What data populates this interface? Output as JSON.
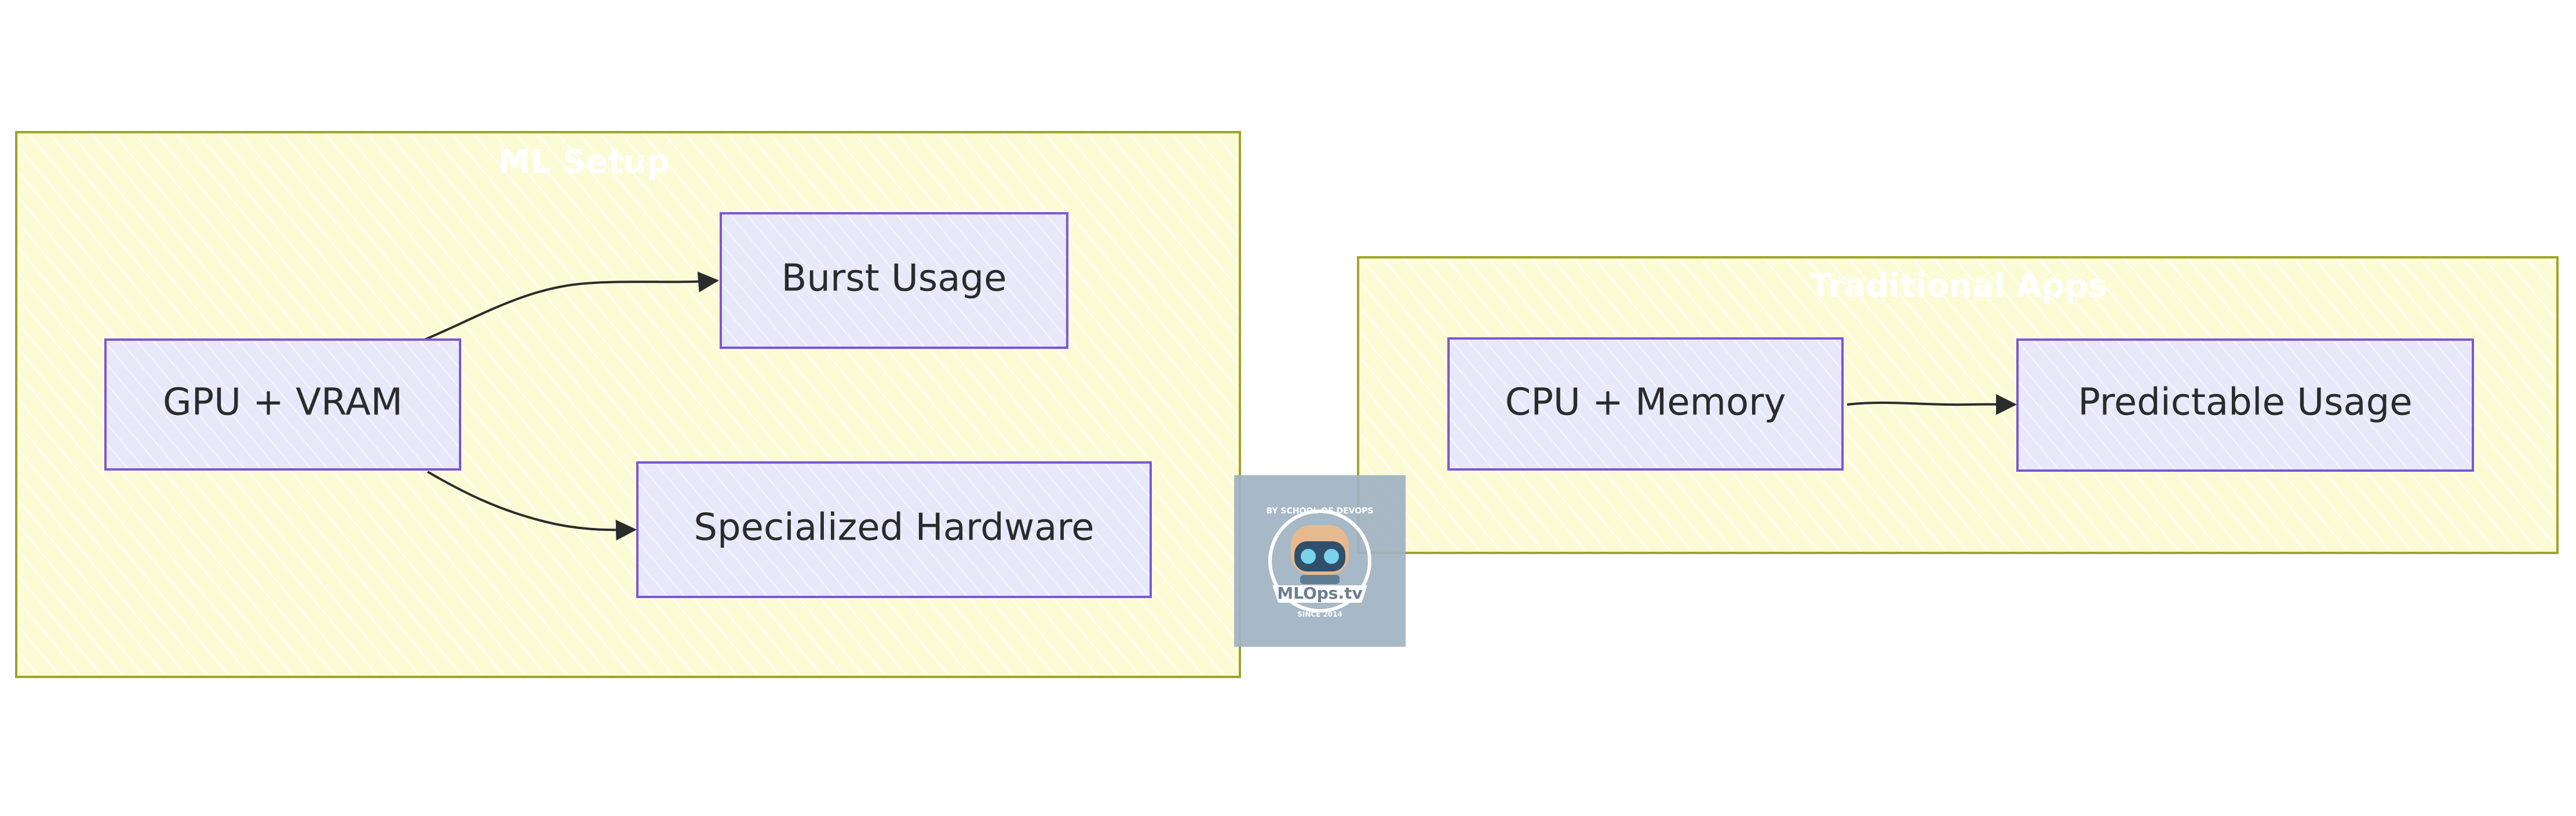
{
  "groups": {
    "ml": {
      "title": "ML Setup"
    },
    "traditional": {
      "title": "Traditional Apps"
    }
  },
  "nodes": {
    "gpu": {
      "label": "GPU + VRAM"
    },
    "burst": {
      "label": "Burst Usage"
    },
    "specialized": {
      "label": "Specialized Hardware"
    },
    "cpu": {
      "label": "CPU + Memory"
    },
    "predictable": {
      "label": "Predictable Usage"
    }
  },
  "watermark": {
    "brand": "MLOps.tv",
    "tagline": "BY SCHOOL OF DEVOPS",
    "since": "SINCE 2014"
  },
  "colors": {
    "group_fill": "#fbfbd6",
    "group_stroke": "#9da42a",
    "node_fill": "#e8e8fb",
    "node_stroke": "#7b57d6",
    "edge": "#2b2b2b",
    "watermark_bg": "#9fb2c2"
  }
}
